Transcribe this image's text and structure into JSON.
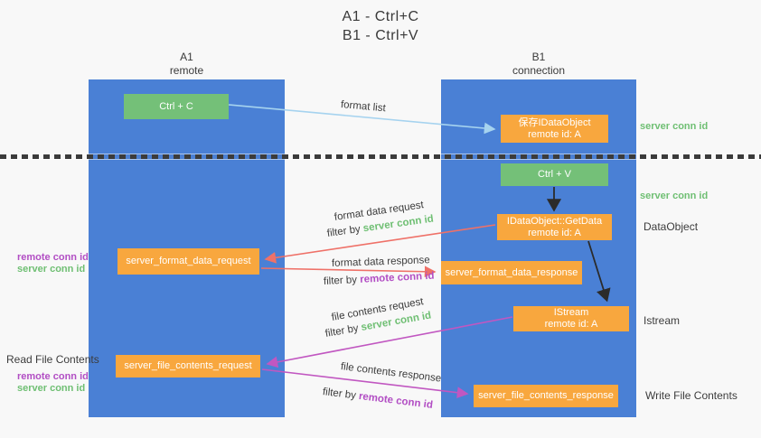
{
  "title": {
    "line1": "A1 - Ctrl+C",
    "line2": "B1 - Ctrl+V"
  },
  "columns": [
    {
      "name": "A1",
      "sub": "remote"
    },
    {
      "name": "B1",
      "sub": "connection"
    }
  ],
  "nodes": {
    "ctrl_c": "Ctrl + C",
    "save_dataobject": {
      "line1": "保存IDataObject",
      "line2": "remote id: A"
    },
    "ctrl_v": "Ctrl + V",
    "getdata": {
      "line1": "IDataObject::GetData",
      "line2": "remote id: A"
    },
    "format_request": "server_format_data_request",
    "format_response": "server_format_data_response",
    "istream": {
      "line1": "IStream",
      "line2": "remote id: A"
    },
    "file_request": "server_file_contents_request",
    "file_response": "server_file_contents_response"
  },
  "side_labels": {
    "server_conn_id_top": "server conn id",
    "server_conn_id_mid": "server conn id",
    "dataobject": "DataObject",
    "istream": "Istream",
    "write_file_contents": "Write File Contents",
    "read_file_contents": "Read File Contents",
    "remote_conn_id": "remote conn id",
    "server_conn_id": "server conn id"
  },
  "flow_labels": {
    "format_list": "format list",
    "format_data_request": "format data request",
    "format_data_response": "format data response",
    "file_contents_request": "file contents request",
    "file_contents_response": "file contents response",
    "filter_by": "filter by ",
    "server_conn_id": "server conn id",
    "remote_conn_id": "remote conn id"
  },
  "colors": {
    "lifeline_blue": "#4a80d5",
    "node_green": "#74c078",
    "node_orange": "#f8a73e",
    "arrow_light_blue": "#a6d3ef",
    "arrow_salmon": "#ef7168",
    "arrow_magenta": "#c157c1",
    "arrow_black": "#2b2b2b",
    "label_green": "#6fbf73",
    "label_purple": "#b24ec4",
    "background": "#f8f8f8"
  }
}
